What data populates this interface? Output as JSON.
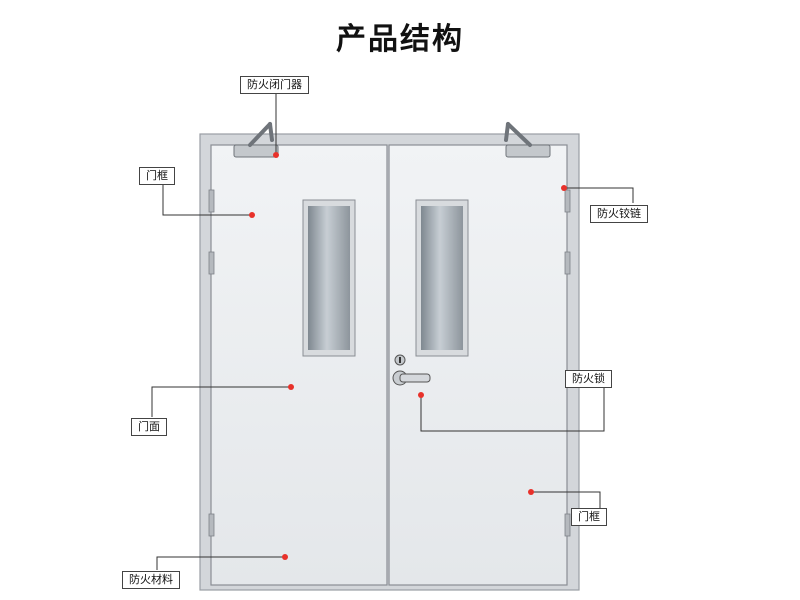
{
  "title": "产品结构",
  "labels": {
    "closer": "防火闭门器",
    "frame_left": "门框",
    "hinge": "防火铰链",
    "lock": "防火锁",
    "leaf": "门面",
    "frame_right": "门框",
    "material": "防火材料"
  },
  "colors": {
    "marker": "#e8312a",
    "leader": "#333333",
    "door_face": "#eceef1",
    "frame": "#c9ccd1",
    "outline": "#8a8e94",
    "glass": "#9aa3ab"
  }
}
